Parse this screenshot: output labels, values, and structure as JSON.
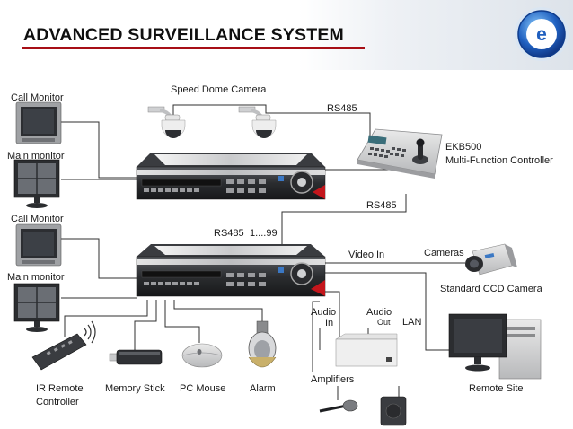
{
  "header": {
    "title": "ADVANCED SURVEILLANCE SYSTEM",
    "logo_letter": "e"
  },
  "labels": {
    "speed_dome": "Speed Dome Camera",
    "rs485_top": "RS485",
    "rs485_right": "RS485",
    "rs485_mid": "RS485",
    "id_range": "1....99",
    "controller_model": "EKB500",
    "controller_name": "Multi-Function Controller",
    "call_monitor_1": "Call Monitor",
    "main_monitor_1": "Main monitor",
    "call_monitor_2": "Call Monitor",
    "main_monitor_2": "Main monitor",
    "video_in": "Video In",
    "cameras": "Cameras",
    "ccd_camera": "Standard CCD Camera",
    "audio_in_1": "Audio",
    "audio_in_2": "In",
    "audio_out_1": "Audio",
    "audio_out_2": "Out",
    "lan": "LAN",
    "amplifiers": "Amplifiers",
    "ir_remote_1": "IR Remote",
    "ir_remote_2": "Controller",
    "memory_stick": "Memory Stick",
    "pc_mouse": "PC Mouse",
    "alarm": "Alarm",
    "remote_site": "Remote Site"
  },
  "colors": {
    "accent_red": "#a70f16",
    "line": "#2f2f2f",
    "dvr_dark": "#2b2d30",
    "dvr_silver": "#d9dadc",
    "logo_blue": "#1f5fbf"
  },
  "icons": [
    "speed-dome-camera-icon",
    "ptz-controller-icon",
    "dvr-icon",
    "crt-monitor-icon",
    "quad-monitor-icon",
    "ccd-camera-icon",
    "amplifier-icon",
    "microphone-icon",
    "speaker-icon",
    "ir-remote-icon",
    "usb-stick-icon",
    "mouse-icon",
    "alarm-siren-icon",
    "pc-workstation-icon"
  ]
}
